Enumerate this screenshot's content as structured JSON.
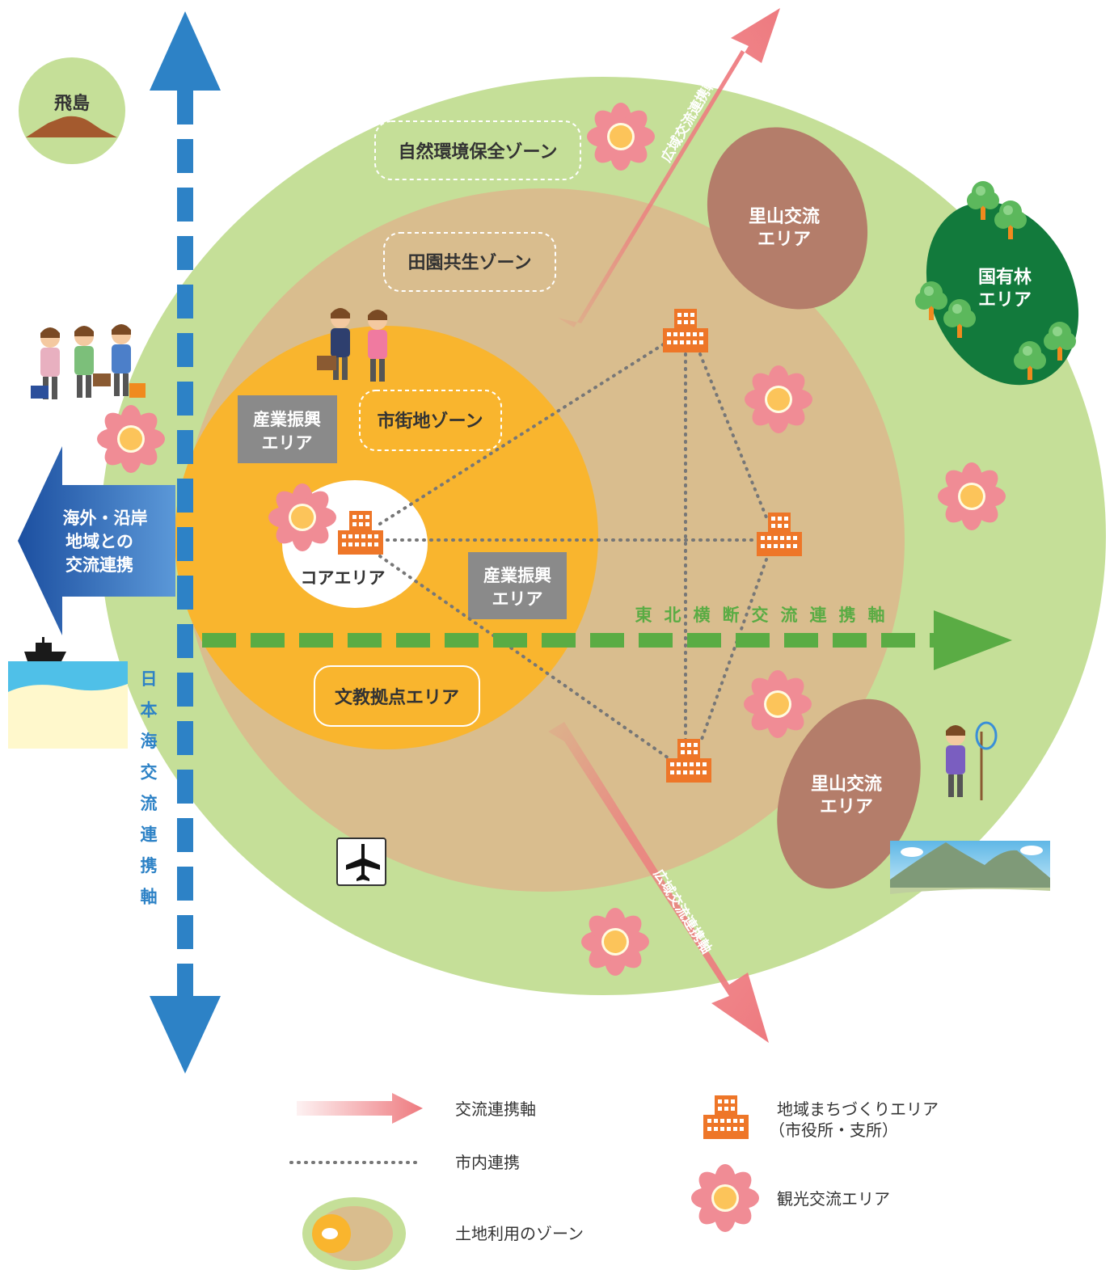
{
  "colors": {
    "outer_zone": "#c5df98",
    "middle_zone": "#d9bd8e",
    "inner_zone": "#f9b52e",
    "satoyama": "#b47d6a",
    "forest": "#127a3c",
    "gray_box": "#8a8a8a",
    "blue_axis": "#2d82c6",
    "green_axis": "#5aac44",
    "pink_axis": "#ee7a7f",
    "building": "#ee7628",
    "flower_petal": "#f08c95",
    "flower_center": "#fcc45a"
  },
  "labels": {
    "tobishima": "飛島",
    "nature_zone": "自然環境保全ゾーン",
    "rural_zone": "田園共生ゾーン",
    "urban_zone": "市街地ゾーン",
    "core_area": "コアエリア",
    "industry_area_1": [
      "産業振興",
      "エリア"
    ],
    "industry_area_2": [
      "産業振興",
      "エリア"
    ],
    "education_area": "文教拠点エリア",
    "satoyama_1": [
      "里山交流",
      "エリア"
    ],
    "satoyama_2": [
      "里山交流",
      "エリア"
    ],
    "national_forest": [
      "国有林",
      "エリア"
    ],
    "overseas": [
      "海外・沿岸",
      "地域との",
      "交流連携"
    ],
    "japan_sea_axis": [
      "日",
      "本",
      "海",
      "交",
      "流",
      "連",
      "携",
      "軸"
    ],
    "tohoku_axis": [
      "東",
      "北",
      "横",
      "断",
      "交",
      "流",
      "連",
      "携",
      "軸"
    ],
    "wide_axis_top": "広域交流連携軸",
    "wide_axis_bottom": "広域交流連携軸"
  },
  "icons": [
    "airplane-icon",
    "building-icon",
    "flower-icon",
    "ship-icon",
    "tree-icon",
    "mountain-icon"
  ],
  "legend": {
    "axis": "交流連携軸",
    "internal": "市内連携",
    "zone": "土地利用のゾーン",
    "community": [
      "地域まちづくりエリア",
      "（市役所・支所）"
    ],
    "tourism": "観光交流エリア"
  }
}
